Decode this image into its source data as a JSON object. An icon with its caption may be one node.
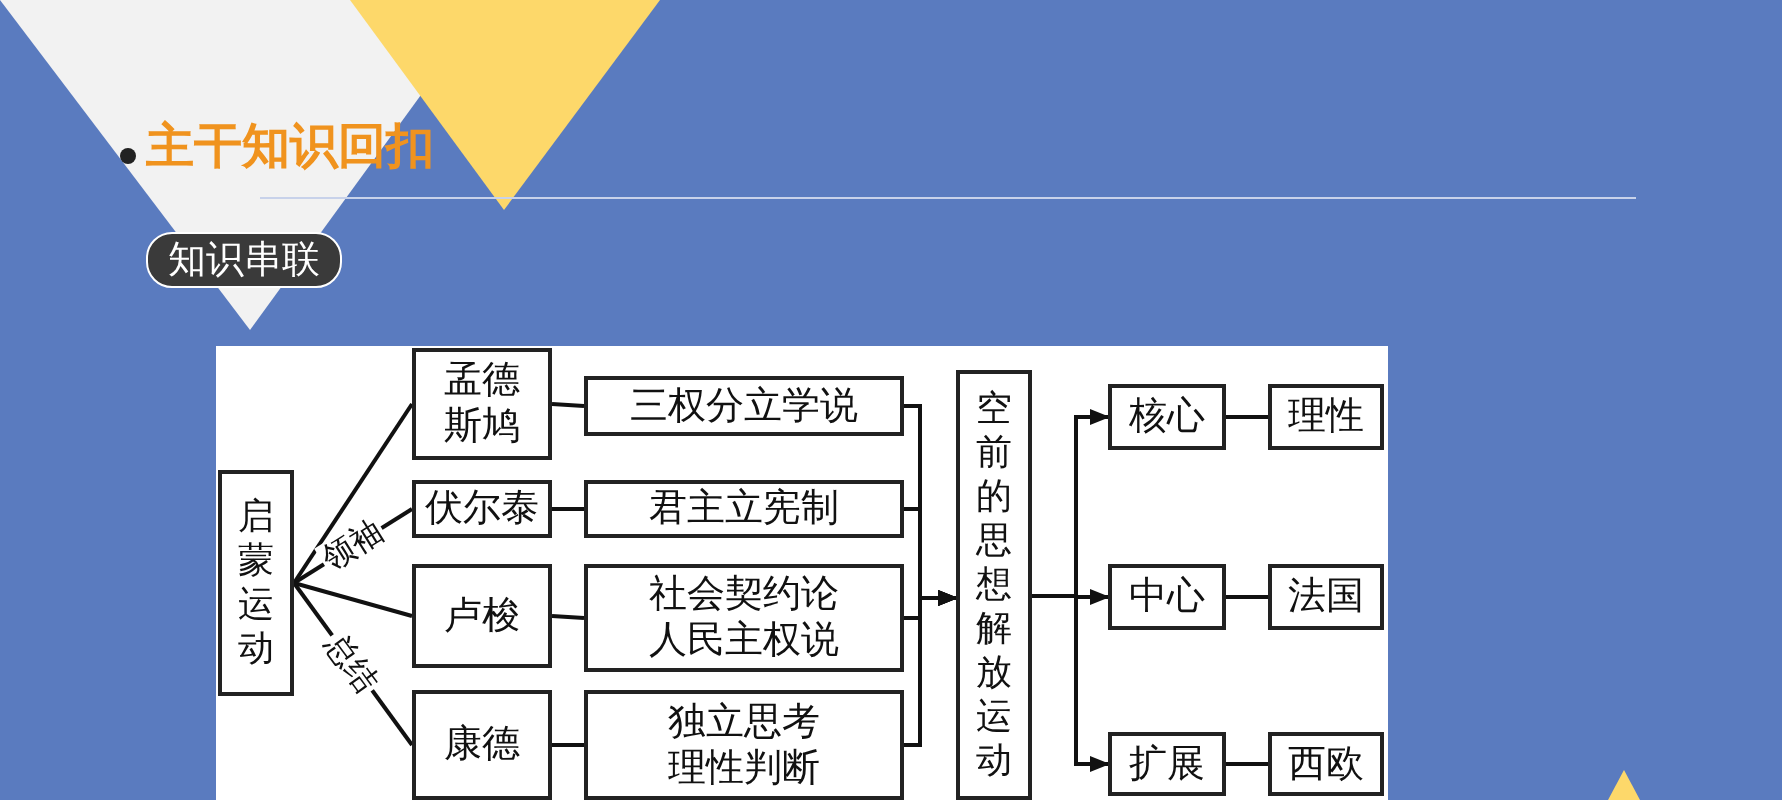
{
  "diagram": {
    "title": "主干知识回扣",
    "nodes": [
      {
        "text": [
          "启蒙运动"
        ]
      },
      {
        "text": [
          "孟德斯鸠"
        ]
      },
      {
        "text": [
          "伏尔泰"
        ]
      },
      {
        "text": [
          "卢梭"
        ]
      },
      {
        "text": [
          "康德"
        ]
      },
      {
        "text": [
          "三权分立学说"
        ]
      },
      {
        "text": [
          "君主立宪制"
        ]
      },
      {
        "text": [
          "社会契约论人民主权说"
        ]
      },
      {
        "text": [
          "独立思考理性判断"
        ]
      },
      {
        "text": [
          "空前的思想解放运动"
        ]
      },
      {
        "text": [
          "核心"
        ]
      },
      {
        "text": [
          "理性"
        ]
      },
      {
        "text": [
          "中心"
        ]
      },
      {
        "text": [
          "法国"
        ]
      },
      {
        "text": [
          "扩展"
        ]
      },
      {
        "text": [
          "西欧"
        ]
      }
    ],
    "edges": [
      {
        "from": 0,
        "to": 1,
        "arrow": "none"
      },
      {
        "from": 0,
        "to": 2,
        "arrow": "none",
        "label": "领袖"
      },
      {
        "from": 0,
        "to": 3,
        "arrow": "none"
      },
      {
        "from": 0,
        "to": 4,
        "arrow": "none",
        "label": "总结"
      },
      {
        "from": 1,
        "to": 5,
        "arrow": "none"
      },
      {
        "from": 2,
        "to": 6,
        "arrow": "none"
      },
      {
        "from": 3,
        "to": 7,
        "arrow": "none"
      },
      {
        "from": 4,
        "to": 8,
        "arrow": "none"
      },
      {
        "from": 5,
        "to": 9,
        "arrow": "to"
      },
      {
        "from": 6,
        "to": 9,
        "arrow": "to"
      },
      {
        "from": 7,
        "to": 9,
        "arrow": "to"
      },
      {
        "from": 8,
        "to": 9,
        "arrow": "to"
      },
      {
        "from": 9,
        "to": 10,
        "arrow": "to"
      },
      {
        "from": 9,
        "to": 12,
        "arrow": "to"
      },
      {
        "from": 9,
        "to": 14,
        "arrow": "to"
      },
      {
        "from": 10,
        "to": 11,
        "arrow": "none"
      },
      {
        "from": 12,
        "to": 13,
        "arrow": "none"
      },
      {
        "from": 14,
        "to": 15,
        "arrow": "none"
      }
    ],
    "labels": [
      "知识串联"
    ]
  }
}
